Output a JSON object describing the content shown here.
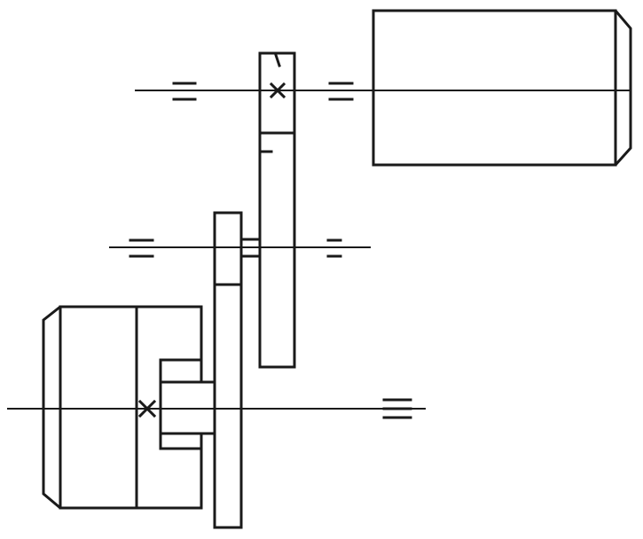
{
  "diagram": {
    "type": "gear-train-kinematic-schematic",
    "components": [
      {
        "id": "input-motor",
        "kind": "motor-body"
      },
      {
        "id": "output-housing",
        "kind": "housing-block"
      },
      {
        "id": "pinion-1",
        "kind": "gear",
        "shaft": "bottom-shaft"
      },
      {
        "id": "gear-1",
        "kind": "gear",
        "shaft": "bottom-shaft"
      },
      {
        "id": "gear-2",
        "kind": "gear",
        "shaft": "middle-shaft"
      },
      {
        "id": "gear-3",
        "kind": "gear",
        "shaft": "top-shaft"
      }
    ],
    "shafts": [
      "top-shaft",
      "middle-shaft",
      "bottom-shaft"
    ],
    "bearing_symbol": "double-dash",
    "fixed_gear_symbol": "cross-mark",
    "line_color": "#1a1a1a",
    "background": "#ffffff"
  }
}
